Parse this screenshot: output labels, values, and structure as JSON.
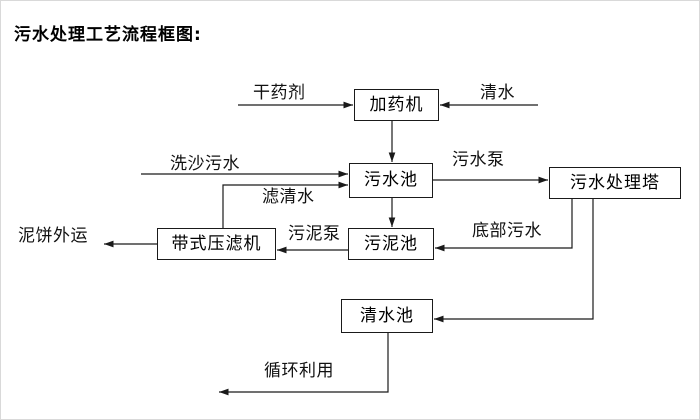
{
  "title": "污水处理工艺流程框图:",
  "diagram": {
    "nodes": [
      {
        "id": "dosing-machine",
        "label": "加药机"
      },
      {
        "id": "sewage-pool",
        "label": "污水池"
      },
      {
        "id": "treatment-tower",
        "label": "污水处理塔"
      },
      {
        "id": "belt-filter-press",
        "label": "带式压滤机"
      },
      {
        "id": "sludge-pool",
        "label": "污泥池"
      },
      {
        "id": "clear-water-pool",
        "label": "清水池"
      }
    ],
    "flow_labels": [
      {
        "id": "dry-chemical",
        "label": "干药剂"
      },
      {
        "id": "clear-water-inlet",
        "label": "清水"
      },
      {
        "id": "sand-washing-sewage",
        "label": "洗沙污水"
      },
      {
        "id": "filtered-clear-water",
        "label": "滤清水"
      },
      {
        "id": "sewage-pump",
        "label": "污水泵"
      },
      {
        "id": "sludge-pump",
        "label": "污泥泵"
      },
      {
        "id": "bottom-sewage",
        "label": "底部污水"
      },
      {
        "id": "mud-cake-shipped-out",
        "label": "泥饼外运"
      },
      {
        "id": "recycled-reuse",
        "label": "循环利用"
      }
    ]
  },
  "colors": {
    "line": "#1a1a1a",
    "box_border": "#1a1a1a",
    "background": "#ffffff",
    "text": "#000000"
  }
}
